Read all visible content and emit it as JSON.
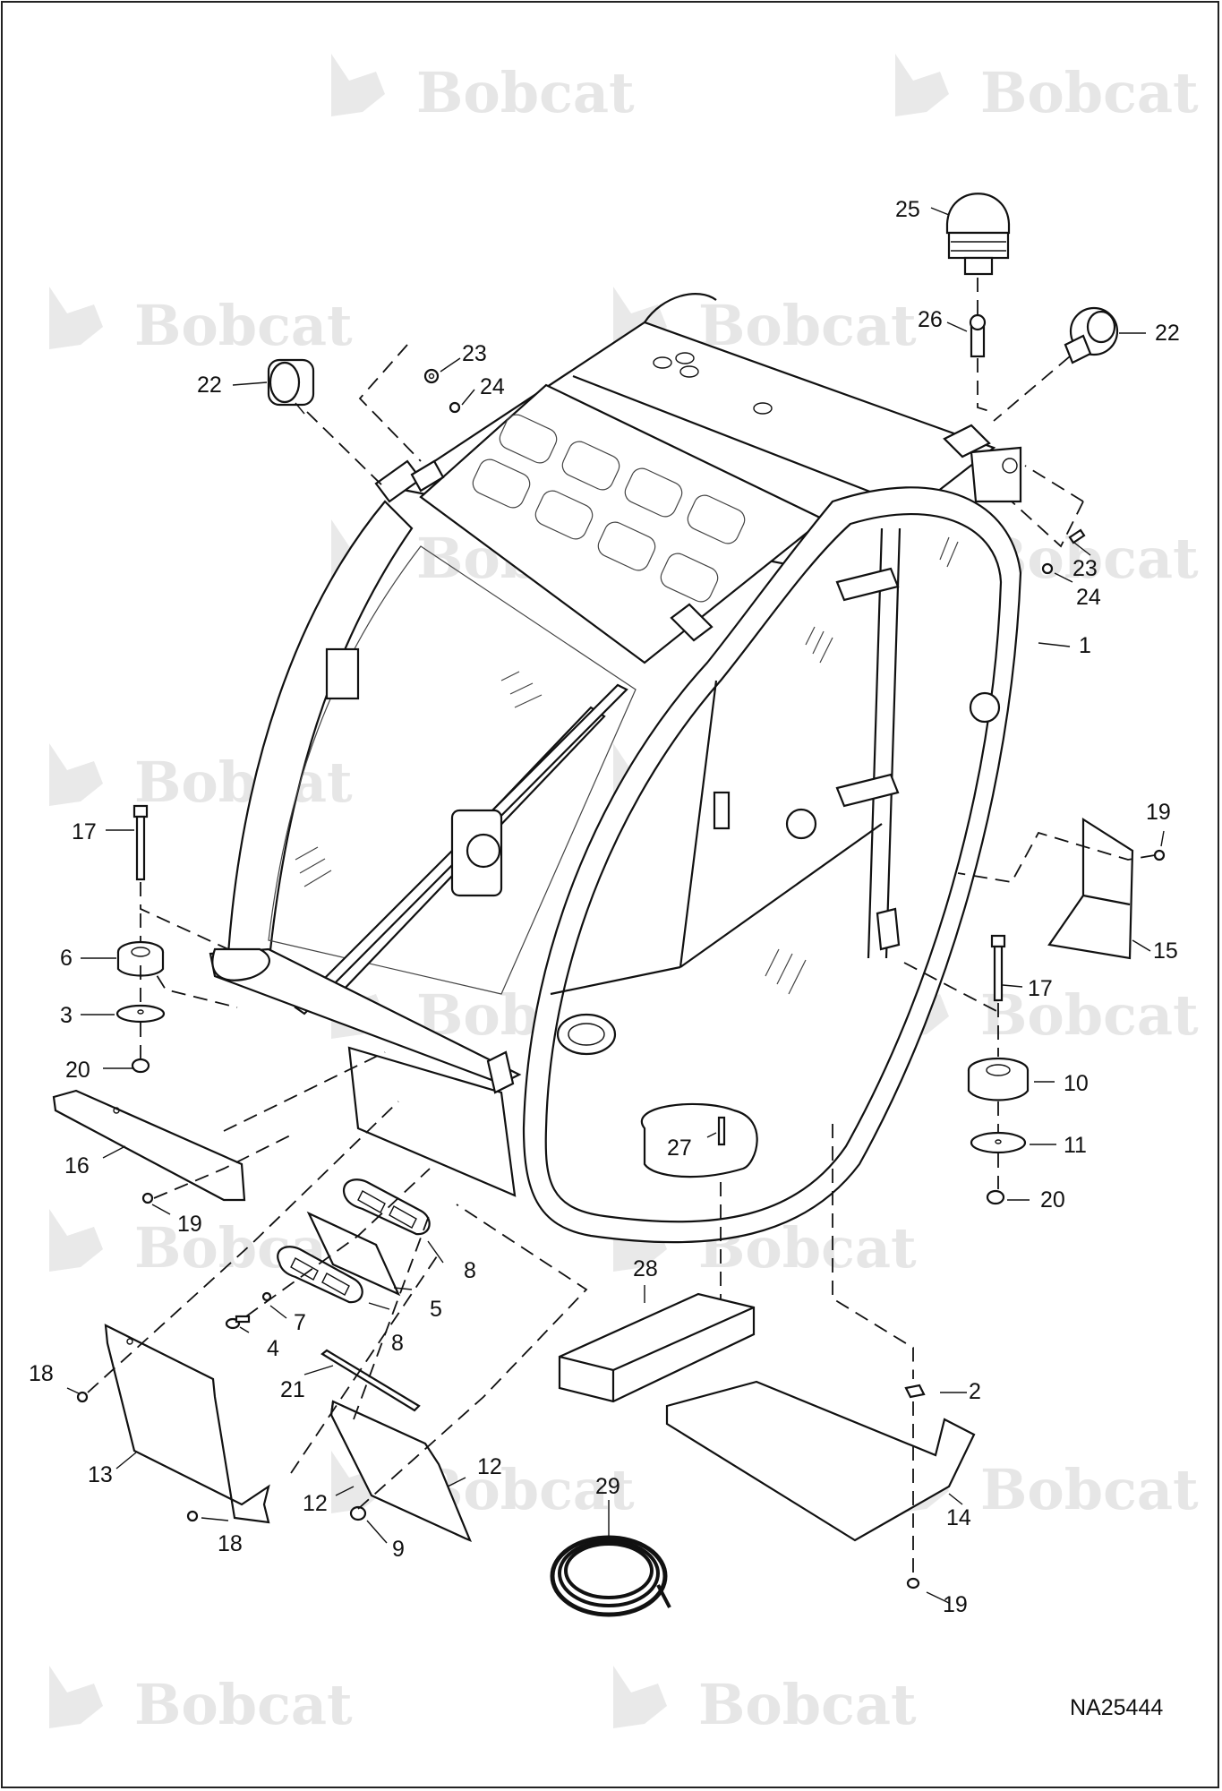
{
  "figure": {
    "code": "NA25444",
    "brand_watermark": "Bobcat",
    "colors": {
      "line": "#111111",
      "watermark": "#e6e6e6",
      "background": "#ffffff"
    }
  },
  "callouts": [
    {
      "id": "c1",
      "label": "1"
    },
    {
      "id": "c2",
      "label": "2"
    },
    {
      "id": "c3",
      "label": "3"
    },
    {
      "id": "c4",
      "label": "4"
    },
    {
      "id": "c5",
      "label": "5"
    },
    {
      "id": "c6",
      "label": "6"
    },
    {
      "id": "c7",
      "label": "7"
    },
    {
      "id": "c8a",
      "label": "8"
    },
    {
      "id": "c8b",
      "label": "8"
    },
    {
      "id": "c9",
      "label": "9"
    },
    {
      "id": "c10",
      "label": "10"
    },
    {
      "id": "c11",
      "label": "11"
    },
    {
      "id": "c12a",
      "label": "12"
    },
    {
      "id": "c12b",
      "label": "12"
    },
    {
      "id": "c13",
      "label": "13"
    },
    {
      "id": "c14",
      "label": "14"
    },
    {
      "id": "c15",
      "label": "15"
    },
    {
      "id": "c16",
      "label": "16"
    },
    {
      "id": "c17a",
      "label": "17"
    },
    {
      "id": "c17b",
      "label": "17"
    },
    {
      "id": "c18a",
      "label": "18"
    },
    {
      "id": "c18b",
      "label": "18"
    },
    {
      "id": "c19a",
      "label": "19"
    },
    {
      "id": "c19b",
      "label": "19"
    },
    {
      "id": "c19c",
      "label": "19"
    },
    {
      "id": "c20a",
      "label": "20"
    },
    {
      "id": "c20b",
      "label": "20"
    },
    {
      "id": "c21",
      "label": "21"
    },
    {
      "id": "c22a",
      "label": "22"
    },
    {
      "id": "c22b",
      "label": "22"
    },
    {
      "id": "c23a",
      "label": "23"
    },
    {
      "id": "c23b",
      "label": "23"
    },
    {
      "id": "c24a",
      "label": "24"
    },
    {
      "id": "c24b",
      "label": "24"
    },
    {
      "id": "c25",
      "label": "25"
    },
    {
      "id": "c26",
      "label": "26"
    },
    {
      "id": "c27",
      "label": "27"
    },
    {
      "id": "c28",
      "label": "28"
    },
    {
      "id": "c29",
      "label": "29"
    }
  ]
}
